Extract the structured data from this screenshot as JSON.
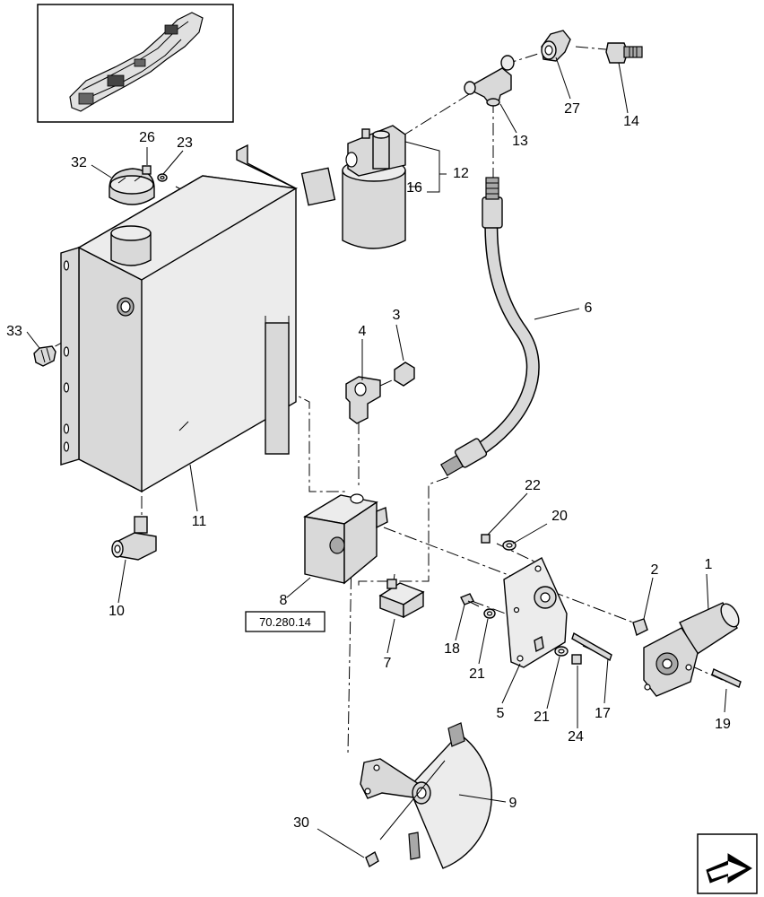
{
  "callouts": {
    "c1": "1",
    "c2": "2",
    "c3": "3",
    "c4": "4",
    "c5": "5",
    "c6": "6",
    "c7": "7",
    "c8": "8",
    "c9": "9",
    "c10": "10",
    "c11": "11",
    "c12": "12",
    "c13": "13",
    "c14": "14",
    "c16": "16",
    "c17": "17",
    "c18": "18",
    "c19": "19",
    "c20": "20",
    "c21a": "21",
    "c21b": "21",
    "c22": "22",
    "c23": "23",
    "c24": "24",
    "c26": "26",
    "c27": "27",
    "c30": "30",
    "c32": "32",
    "c33": "33"
  },
  "reference": {
    "label": "70.280.14"
  },
  "icons": {
    "locator_view": "machine-locator-icon",
    "navigation": "arrow-icon"
  }
}
